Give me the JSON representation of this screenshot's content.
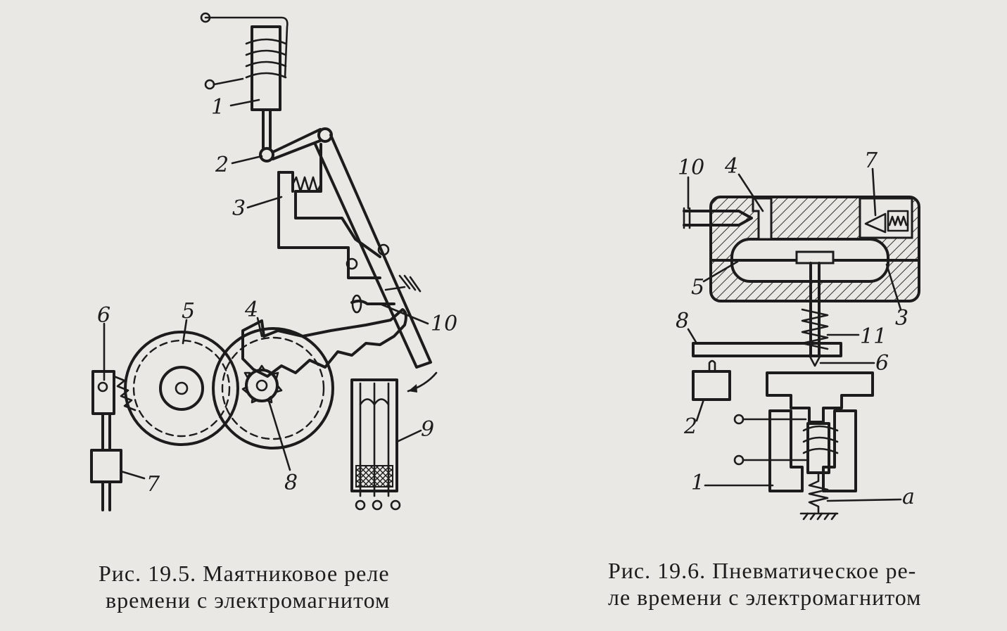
{
  "figures": [
    {
      "caption_line1": "Рис.  19.5.   Маятниковое  реле",
      "caption_line2": "времени  с  электромагнитом",
      "labels": [
        "1",
        "2",
        "3",
        "4",
        "5",
        "6",
        "7",
        "8",
        "9",
        "10"
      ]
    },
    {
      "caption_line1": "Рис.  19.6.  Пневматическое  ре-",
      "caption_line2": "ле  времени  с  электромагнитом",
      "labels": [
        "1",
        "2",
        "3",
        "4",
        "5",
        "6",
        "7",
        "8",
        "10",
        "11",
        "a"
      ]
    }
  ]
}
